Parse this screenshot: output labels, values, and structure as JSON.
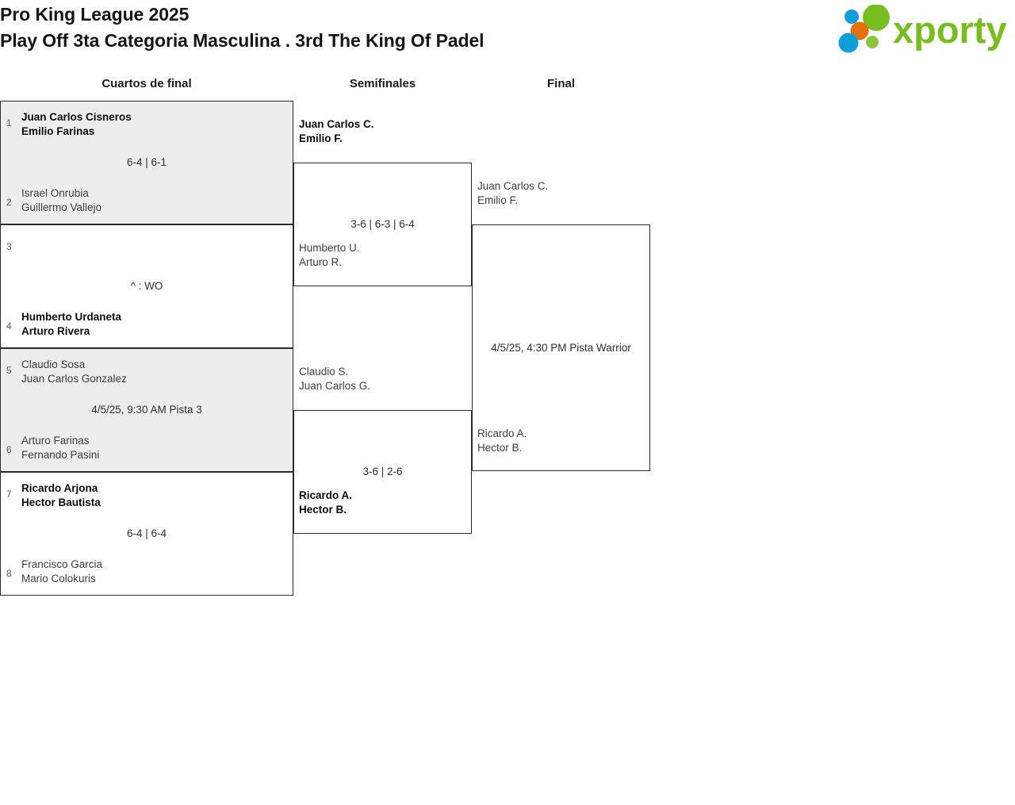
{
  "header": {
    "title_line1": "Pro King League 2025",
    "title_line2": "Play Off 3ta Categoria Masculina . 3rd The King Of Padel",
    "logo_text": "xporty",
    "logo_colors": {
      "green": "#78be20",
      "blue": "#0f9ed8",
      "orange": "#e8700a",
      "green_light": "#8cc63f"
    }
  },
  "rounds": [
    {
      "name": "Cuartos de final"
    },
    {
      "name": "Semifinales"
    },
    {
      "name": "Final"
    }
  ],
  "quarterfinals": [
    {
      "seed_top": "1",
      "top_p1": "Juan Carlos Cisneros",
      "top_p2": "Emilio Farinas",
      "top_winner": true,
      "seed_bottom": "2",
      "bottom_p1": "Israel Onrubia",
      "bottom_p2": "Guillermo Vallejo",
      "bottom_winner": false,
      "result": "6-4 | 6-1"
    },
    {
      "seed_top": "3",
      "top_p1": "",
      "top_p2": "",
      "top_winner": false,
      "seed_bottom": "4",
      "bottom_p1": "Humberto Urdaneta",
      "bottom_p2": "Arturo Rivera",
      "bottom_winner": true,
      "result": "^ : WO"
    },
    {
      "seed_top": "5",
      "top_p1": "Claudio Sosa",
      "top_p2": "Juan Carlos Gonzalez",
      "top_winner": false,
      "seed_bottom": "6",
      "bottom_p1": "Arturo Farinas",
      "bottom_p2": "Fernando Pasini",
      "bottom_winner": false,
      "result": "4/5/25, 9:30 AM Pista 3"
    },
    {
      "seed_top": "7",
      "top_p1": "Ricardo Arjona",
      "top_p2": "Hector Bautista",
      "top_winner": true,
      "seed_bottom": "8",
      "bottom_p1": "Francisco Garcia",
      "bottom_p2": "Mario Colokuris",
      "bottom_winner": false,
      "result": "6-4 | 6-4"
    }
  ],
  "semifinals": [
    {
      "top_p1": "Juan Carlos C.",
      "top_p2": "Emilio F.",
      "top_winner": true,
      "bottom_p1": "Humberto U.",
      "bottom_p2": "Arturo R.",
      "bottom_winner": false,
      "result": "3-6 | 6-3 | 6-4"
    },
    {
      "top_p1": "Claudio S.",
      "top_p2": "Juan Carlos G.",
      "top_winner": false,
      "bottom_p1": "Ricardo A.",
      "bottom_p2": "Hector B.",
      "bottom_winner": true,
      "result": "3-6 | 2-6"
    }
  ],
  "final": {
    "top_p1": "Juan Carlos C.",
    "top_p2": "Emilio F.",
    "top_winner": false,
    "bottom_p1": "Ricardo A.",
    "bottom_p2": "Hector B.",
    "bottom_winner": false,
    "result": "4/5/25, 4:30 PM Pista Warrior"
  }
}
